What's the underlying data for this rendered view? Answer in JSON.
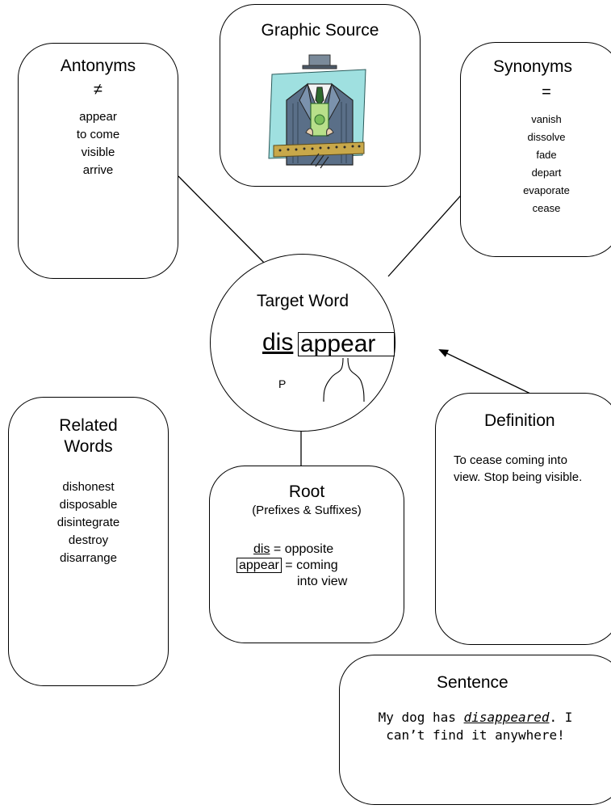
{
  "antonyms": {
    "title": "Antonyms",
    "symbol": "≠",
    "items": [
      "appear",
      "to come",
      "visible",
      "arrive"
    ]
  },
  "graphic": {
    "title": "Graphic Source",
    "image": "man-in-suit-holding-money-clipart"
  },
  "synonyms": {
    "title": "Synonyms",
    "symbol": "=",
    "items": [
      "vanish",
      "dissolve",
      "fade",
      "depart",
      "evaporate",
      "cease"
    ]
  },
  "target": {
    "title": "Target Word",
    "prefix": "dis",
    "root": "appear",
    "prefix_label": "P"
  },
  "related": {
    "title_line1": "Related",
    "title_line2": "Words",
    "items": [
      "dishonest",
      "disposable",
      "disintegrate",
      "destroy",
      "disarrange"
    ]
  },
  "root_box": {
    "title": "Root",
    "subtitle": "(Prefixes & Suffixes)",
    "prefix": "dis",
    "prefix_meaning": "= opposite",
    "root": "appear",
    "root_meaning_line1": "= coming",
    "root_meaning_line2": "into view"
  },
  "definition": {
    "title": "Definition",
    "text": "To cease coming into view. Stop being visible."
  },
  "sentence": {
    "title": "Sentence",
    "before": "My dog has ",
    "word": "disappeared",
    "after": ". I can’t find it anywhere!"
  }
}
